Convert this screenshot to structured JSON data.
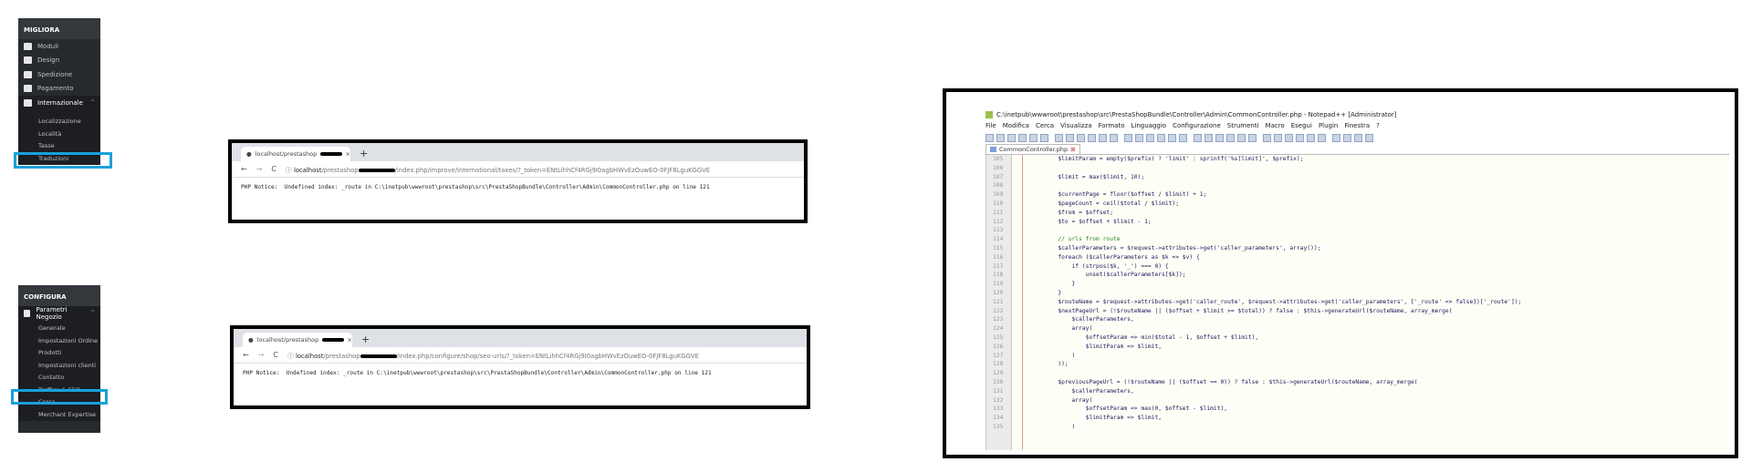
{
  "sidebar_improve": {
    "header": "MIGLIORA",
    "items": [
      {
        "label": "Moduli",
        "icon": "puzzle-icon"
      },
      {
        "label": "Design",
        "icon": "monitor-icon"
      },
      {
        "label": "Spedizione",
        "icon": "truck-icon"
      },
      {
        "label": "Pagamento",
        "icon": "credit-card-icon"
      },
      {
        "label": "Internazionale",
        "icon": "globe-icon"
      }
    ],
    "subitems": [
      "Localizzazione",
      "Località",
      "Tasse",
      "Traduzioni"
    ],
    "highlighted": "Tasse"
  },
  "sidebar_configure": {
    "header": "CONFIGURA",
    "items": [
      {
        "label": "Parametri Negozio",
        "icon": "gear-icon"
      }
    ],
    "subitems": [
      "Generale",
      "Impostazioni Ordine",
      "Prodotti",
      "Impostazioni clienti",
      "Contatto",
      "Traffico & SEO",
      "Cerca",
      "Merchant Expertise"
    ],
    "highlighted": "Traffico & SEO"
  },
  "browser1": {
    "tab": "localhost/prestashop",
    "url_host": "localhost",
    "url_rest": "/prestashop",
    "url_path": "/index.php/improve/international/taxes/?_token=ENtLihhCf4RGj9I0agbHWvEzOuwEO-0FJF8LguKGGVE",
    "notice": "PHP Notice:  Undefined index: _route in C:\\inetpub\\wwwroot\\prestashop\\src\\PrestaShopBundle\\Controller\\Admin\\CommonController.php on line 121"
  },
  "browser2": {
    "tab": "localhost/prestashop",
    "url_host": "localhost",
    "url_rest": "/prestashop",
    "url_path": "/index.php/configure/shop/seo-urls/?_token=ENtLihhCf4RGj9I0agbHWvEzOuwEO-0FJF8LguKGGVE",
    "notice": "PHP Notice:  Undefined index: _route in C:\\inetpub\\wwwroot\\prestashop\\src\\PrestaShopBundle\\Controller\\Admin\\CommonController.php on line 121"
  },
  "notepad": {
    "title": "C:\\inetpub\\wwwroot\\prestashop\\src\\PrestaShopBundle\\Controller\\Admin\\CommonController.php - Notepad++ [Administrator]",
    "menu": [
      "File",
      "Modifica",
      "Cerca",
      "Visualizza",
      "Formato",
      "Linguaggio",
      "Configurazione",
      "Strumenti",
      "Macro",
      "Esegui",
      "Plugin",
      "Finestra",
      "?"
    ],
    "tab": "CommonController.php",
    "lines": [
      {
        "n": "105",
        "t": "        $limitParam = empty($prefix) ? 'limit' : sprintf('%s[limit]', $prefix);"
      },
      {
        "n": "106",
        "t": ""
      },
      {
        "n": "107",
        "t": "        $limit = max($limit, 10);"
      },
      {
        "n": "108",
        "t": ""
      },
      {
        "n": "109",
        "t": "        $currentPage = floor($offset / $limit) + 1;"
      },
      {
        "n": "110",
        "t": "        $pageCount = ceil($total / $limit);"
      },
      {
        "n": "111",
        "t": "        $from = $offset;"
      },
      {
        "n": "112",
        "t": "        $to = $offset + $limit - 1;"
      },
      {
        "n": "113",
        "t": ""
      },
      {
        "n": "114",
        "t": "        // urls from route"
      },
      {
        "n": "115",
        "t": "        $callerParameters = $request->attributes->get('caller_parameters', array());"
      },
      {
        "n": "116",
        "t": "        foreach ($callerParameters as $k => $v) {"
      },
      {
        "n": "117",
        "t": "            if (strpos($k, '_') === 0) {"
      },
      {
        "n": "118",
        "t": "                unset($callerParameters[$k]);"
      },
      {
        "n": "119",
        "t": "            }"
      },
      {
        "n": "120",
        "t": "        }"
      },
      {
        "n": "121",
        "t": "        $routeName = $request->attributes->get('caller_route', $request->attributes->get('caller_parameters', ['_route' => false])['_route']);"
      },
      {
        "n": "122",
        "t": "        $nextPageUrl = (!$routeName || ($offset + $limit >= $total)) ? false : $this->generateUrl($routeName, array_merge("
      },
      {
        "n": "123",
        "t": "            $callerParameters,"
      },
      {
        "n": "124",
        "t": "            array("
      },
      {
        "n": "125",
        "t": "                $offsetParam => min($total - 1, $offset + $limit),"
      },
      {
        "n": "126",
        "t": "                $limitParam => $limit,"
      },
      {
        "n": "127",
        "t": "            )"
      },
      {
        "n": "128",
        "t": "        ));"
      },
      {
        "n": "129",
        "t": ""
      },
      {
        "n": "130",
        "t": "        $previousPageUrl = (!$routeName || ($offset == 0)) ? false : $this->generateUrl($routeName, array_merge("
      },
      {
        "n": "131",
        "t": "            $callerParameters,"
      },
      {
        "n": "132",
        "t": "            array("
      },
      {
        "n": "133",
        "t": "                $offsetParam => max(0, $offset - $limit),"
      },
      {
        "n": "134",
        "t": "                $limitParam => $limit,"
      },
      {
        "n": "135",
        "t": "            )"
      }
    ]
  },
  "colors": {
    "sidebar": "#26292e",
    "highlight": "#1aa0dc"
  }
}
